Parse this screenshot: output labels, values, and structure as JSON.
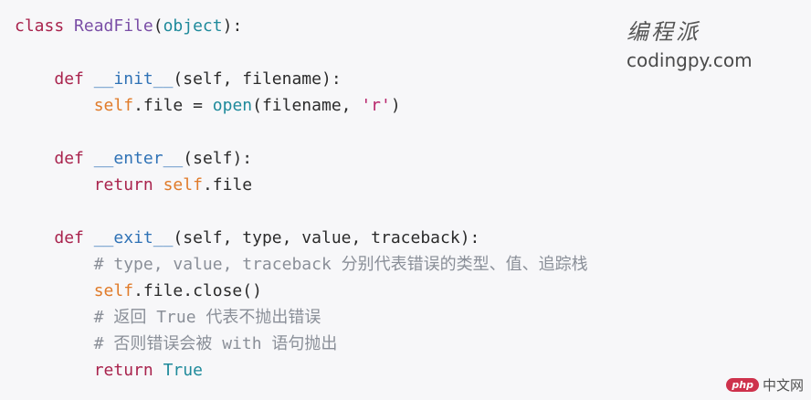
{
  "code": {
    "lines": [
      [
        {
          "t": "class",
          "c": "kw"
        },
        {
          "t": " ",
          "c": "txt"
        },
        {
          "t": "ReadFile",
          "c": "cls"
        },
        {
          "t": "(",
          "c": "txt"
        },
        {
          "t": "object",
          "c": "bi"
        },
        {
          "t": "):",
          "c": "txt"
        }
      ],
      [],
      [
        {
          "t": "    ",
          "c": "txt"
        },
        {
          "t": "def",
          "c": "kw"
        },
        {
          "t": " ",
          "c": "txt"
        },
        {
          "t": "__init__",
          "c": "fn"
        },
        {
          "t": "(self, filename):",
          "c": "txt"
        }
      ],
      [
        {
          "t": "        ",
          "c": "txt"
        },
        {
          "t": "self",
          "c": "slf"
        },
        {
          "t": ".file = ",
          "c": "txt"
        },
        {
          "t": "open",
          "c": "bi"
        },
        {
          "t": "(filename, ",
          "c": "txt"
        },
        {
          "t": "'r'",
          "c": "str"
        },
        {
          "t": ")",
          "c": "txt"
        }
      ],
      [],
      [
        {
          "t": "    ",
          "c": "txt"
        },
        {
          "t": "def",
          "c": "kw"
        },
        {
          "t": " ",
          "c": "txt"
        },
        {
          "t": "__enter__",
          "c": "fn"
        },
        {
          "t": "(self):",
          "c": "txt"
        }
      ],
      [
        {
          "t": "        ",
          "c": "txt"
        },
        {
          "t": "return",
          "c": "kw"
        },
        {
          "t": " ",
          "c": "txt"
        },
        {
          "t": "self",
          "c": "slf"
        },
        {
          "t": ".file",
          "c": "txt"
        }
      ],
      [],
      [
        {
          "t": "    ",
          "c": "txt"
        },
        {
          "t": "def",
          "c": "kw"
        },
        {
          "t": " ",
          "c": "txt"
        },
        {
          "t": "__exit__",
          "c": "fn"
        },
        {
          "t": "(self, type, value, traceback):",
          "c": "txt"
        }
      ],
      [
        {
          "t": "        ",
          "c": "txt"
        },
        {
          "t": "# type, value, traceback 分别代表错误的类型、值、追踪栈",
          "c": "cmt"
        }
      ],
      [
        {
          "t": "        ",
          "c": "txt"
        },
        {
          "t": "self",
          "c": "slf"
        },
        {
          "t": ".file.close()",
          "c": "txt"
        }
      ],
      [
        {
          "t": "        ",
          "c": "txt"
        },
        {
          "t": "# 返回 True 代表不抛出错误",
          "c": "cmt"
        }
      ],
      [
        {
          "t": "        ",
          "c": "txt"
        },
        {
          "t": "# 否则错误会被 with 语句抛出",
          "c": "cmt"
        }
      ],
      [
        {
          "t": "        ",
          "c": "txt"
        },
        {
          "t": "return",
          "c": "kw"
        },
        {
          "t": " ",
          "c": "txt"
        },
        {
          "t": "True",
          "c": "bi"
        }
      ]
    ]
  },
  "brand": {
    "name_cn": "编程派",
    "domain": "codingpy.com"
  },
  "watermark": {
    "badge": "php",
    "text": "中文网"
  },
  "colors": {
    "background": "#f7f7f9",
    "keyword": "#a9234d",
    "class_name": "#7a4ea6",
    "function_name": "#2f72b6",
    "self": "#e07b2a",
    "builtin": "#1f8a9b",
    "string": "#b8246b",
    "comment": "#8a8f98"
  }
}
